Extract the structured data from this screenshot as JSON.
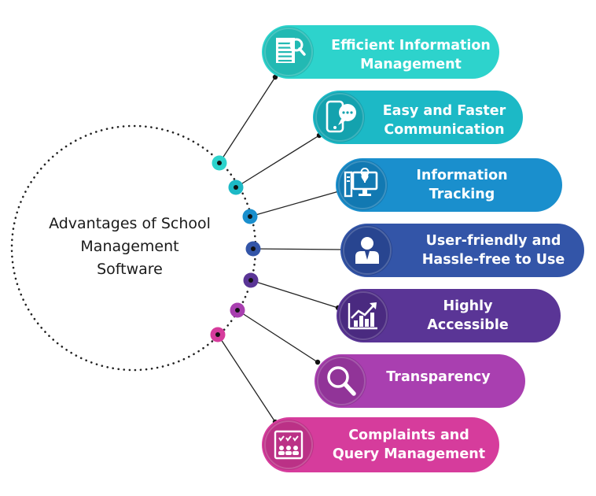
{
  "title": {
    "line1": "Advantages of School",
    "line2": "Management",
    "line3": "Software"
  },
  "items": [
    {
      "line1": "Efficient Information",
      "line2": "Management",
      "color": "#2dd3cc",
      "dark": "#22b9b3",
      "icon": "document-search-icon"
    },
    {
      "line1": "Easy and Faster",
      "line2": "Communication",
      "color": "#1cb9c6",
      "dark": "#14a2ae",
      "icon": "phone-chat-icon"
    },
    {
      "line1": "Information",
      "line2": "Tracking",
      "color": "#1a8fcd",
      "dark": "#1279b2",
      "icon": "computer-tracking-icon"
    },
    {
      "line1": "User-friendly and",
      "line2": "Hassle-free to Use",
      "color": "#3355a8",
      "dark": "#284590",
      "icon": "user-icon"
    },
    {
      "line1": "Highly",
      "line2": "Accessible",
      "color": "#5a3596",
      "dark": "#4a2a80",
      "icon": "growth-chart-icon"
    },
    {
      "line1": "Transparency",
      "line2": "",
      "color": "#a93fb0",
      "dark": "#913498",
      "icon": "magnifier-icon"
    },
    {
      "line1": "Complaints and",
      "line2": "Query Management",
      "color": "#d63c9c",
      "dark": "#bb3186",
      "icon": "checklist-board-icon"
    }
  ]
}
